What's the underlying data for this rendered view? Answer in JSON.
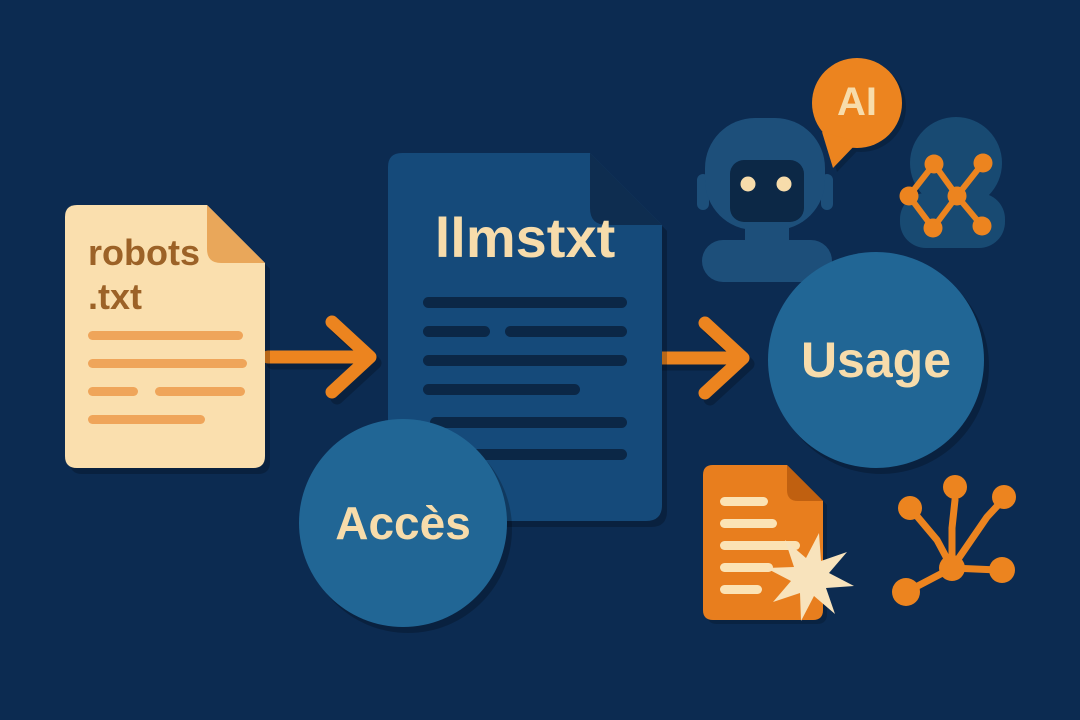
{
  "meta": {
    "title": "robots.txt to llmstxt usage flow illustration",
    "language": "fr"
  },
  "colors": {
    "background": "#0c2b51",
    "accent_orange": "#ec841f",
    "doc_orange": "#e87e1e",
    "doc_orange_fold": "#c06010",
    "cream": "#f7dcab",
    "cream_paper": "#fadfae",
    "paper_fold_tan": "#e9a75a",
    "paper_line_orange": "#efa55a",
    "brown_text": "#9c6227",
    "doc_blue": "#154a7a",
    "doc_blue_fold": "#0e2d50",
    "doc_blue_line": "#0b2746",
    "circle_blue": "#216695",
    "robot_blue": "#1d4f7a",
    "person_blob_blue": "#184a72"
  },
  "flow": {
    "source_doc": {
      "title_line1": "robots",
      "title_line2": ".txt"
    },
    "target_doc": {
      "title": "llmstxt"
    },
    "labels": {
      "acces": "Accès",
      "usage": "Usage",
      "ai": "AI"
    }
  },
  "icons": [
    "robots-txt-document-icon",
    "arrow-right-icon",
    "llmstxt-document-icon",
    "acces-circle-badge",
    "arrow-right-icon",
    "usage-circle-badge",
    "robot-head-icon",
    "ai-speech-bubble-icon",
    "person-silhouette-icon",
    "molecule-network-icon",
    "certified-document-icon",
    "starburst-icon",
    "branch-network-icon"
  ]
}
